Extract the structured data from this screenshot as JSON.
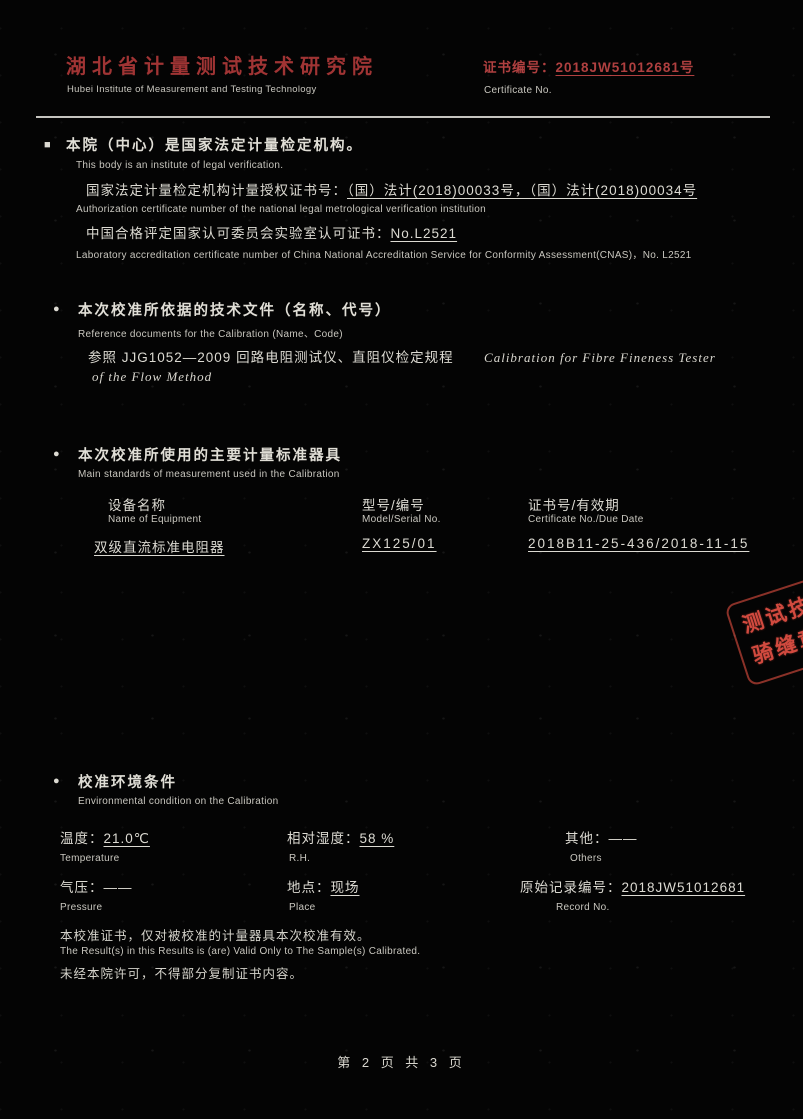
{
  "page": {
    "background": "#040404",
    "text_color": "#d6d4cc",
    "accent_red": "#a03434",
    "stamp_red": "#d24a3f"
  },
  "glyphs": {
    "bullet_square": "■",
    "bullet_dot": "●"
  },
  "header": {
    "institute_cn": "湖北省计量测试技术研究院",
    "institute_en": "Hubei Institute of Measurement and Testing Technology",
    "cert_label_cn": "证书编号：",
    "cert_no": "2018JW51012681号",
    "cert_label_en": "Certificate No."
  },
  "legal": {
    "line1_cn": "本院（中心）是国家法定计量检定机构。",
    "line1_en": "This body is an institute of legal verification.",
    "line2_label": "国家法定计量检定机构计量授权证书号：",
    "line2_value": "（国）法计(2018)00033号，（国）法计(2018)00034号",
    "line2_en": "Authorization certificate number of the national legal metrological verification institution",
    "line3_label": "中国合格评定国家认可委员会实验室认可证书：",
    "line3_value": "No.L2521",
    "line3_en": "Laboratory accreditation certificate number of China National Accreditation Service for Conformity Assessment(CNAS)，No. L2521"
  },
  "reference": {
    "title_cn": "本次校准所依据的技术文件（名称、代号）",
    "title_en": "Reference documents for the Calibration (Name、Code)",
    "doc_cn": "参照 JJG1052—2009 回路电阻测试仪、直阻仪检定规程",
    "doc_en1": "Calibration for Fibre Fineness Tester",
    "doc_en2": "of the Flow Method"
  },
  "standards": {
    "title_cn": "本次校准所使用的主要计量标准器具",
    "title_en": "Main standards of measurement used in the Calibration",
    "columns": [
      {
        "cn": "设备名称",
        "en": "Name of Equipment"
      },
      {
        "cn": "型号/编号",
        "en": "Model/Serial No."
      },
      {
        "cn": "证书号/有效期",
        "en": "Certificate No./Due Date"
      }
    ],
    "rows": [
      {
        "name": "双级直流标准电阻器",
        "model": "ZX125/01",
        "cert": "2018B11-25-436/2018-11-15"
      }
    ]
  },
  "stamp": {
    "line1": "测试技",
    "line2": "骑缝章"
  },
  "environment": {
    "title_cn": "校准环境条件",
    "title_en": "Environmental condition on the Calibration",
    "temperature_label_cn": "温度：",
    "temperature_value": "21.0℃",
    "temperature_label_en": "Temperature",
    "humidity_label_cn": "相对湿度：",
    "humidity_value": "58 %",
    "humidity_label_en": "R.H.",
    "others_label_cn": "其他：",
    "others_value": "——",
    "others_label_en": "Others",
    "pressure_label_cn": "气压：",
    "pressure_value": "——",
    "pressure_label_en": "Pressure",
    "place_label_cn": "地点：",
    "place_value": "现场",
    "place_label_en": "Place",
    "record_label_cn": "原始记录编号：",
    "record_value": "2018JW51012681",
    "record_label_en": "Record No."
  },
  "notes": {
    "line1_cn": "本校准证书，仅对被校准的计量器具本次校准有效。",
    "line1_en": "The Result(s) in this Results is (are) Valid Only to The Sample(s) Calibrated.",
    "line2_cn": "未经本院许可，不得部分复制证书内容。"
  },
  "footer": {
    "page_text": "第 2 页 共 3 页"
  }
}
